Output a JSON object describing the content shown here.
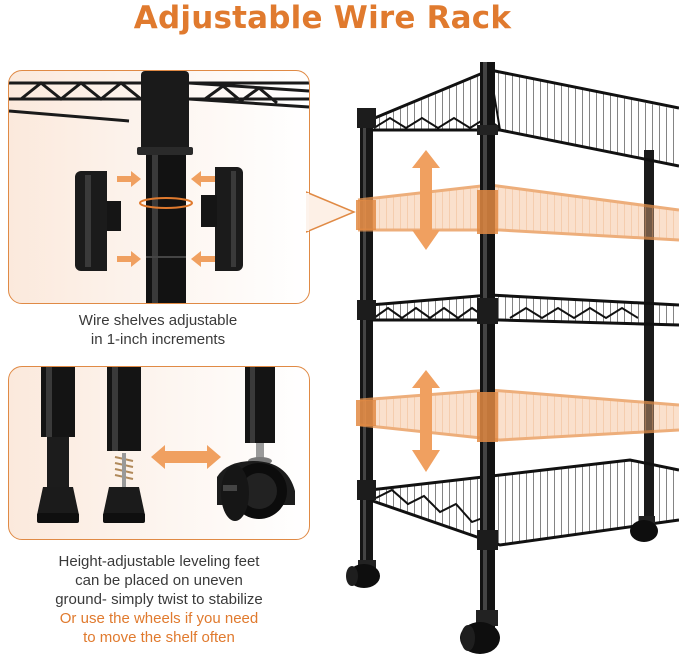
{
  "title": "Adjustable Wire Rack",
  "captions": {
    "top": [
      "Wire shelves adjustable",
      "in 1-inch increments"
    ],
    "bottom": [
      "Height-adjustable leveling feet",
      "can be placed on uneven",
      "ground- simply twist to stabilize"
    ],
    "bottom_orange": [
      "Or use the wheels if you need",
      "to move the shelf often"
    ]
  },
  "colors": {
    "accent": "#e07a2e",
    "panel_border": "#e08a45",
    "metal": "#151515",
    "text": "#3a3a3a"
  },
  "icons": [
    "double-arrow-vertical-icon",
    "double-arrow-horizontal-icon",
    "arrow-right-icon",
    "arrow-left-icon"
  ]
}
